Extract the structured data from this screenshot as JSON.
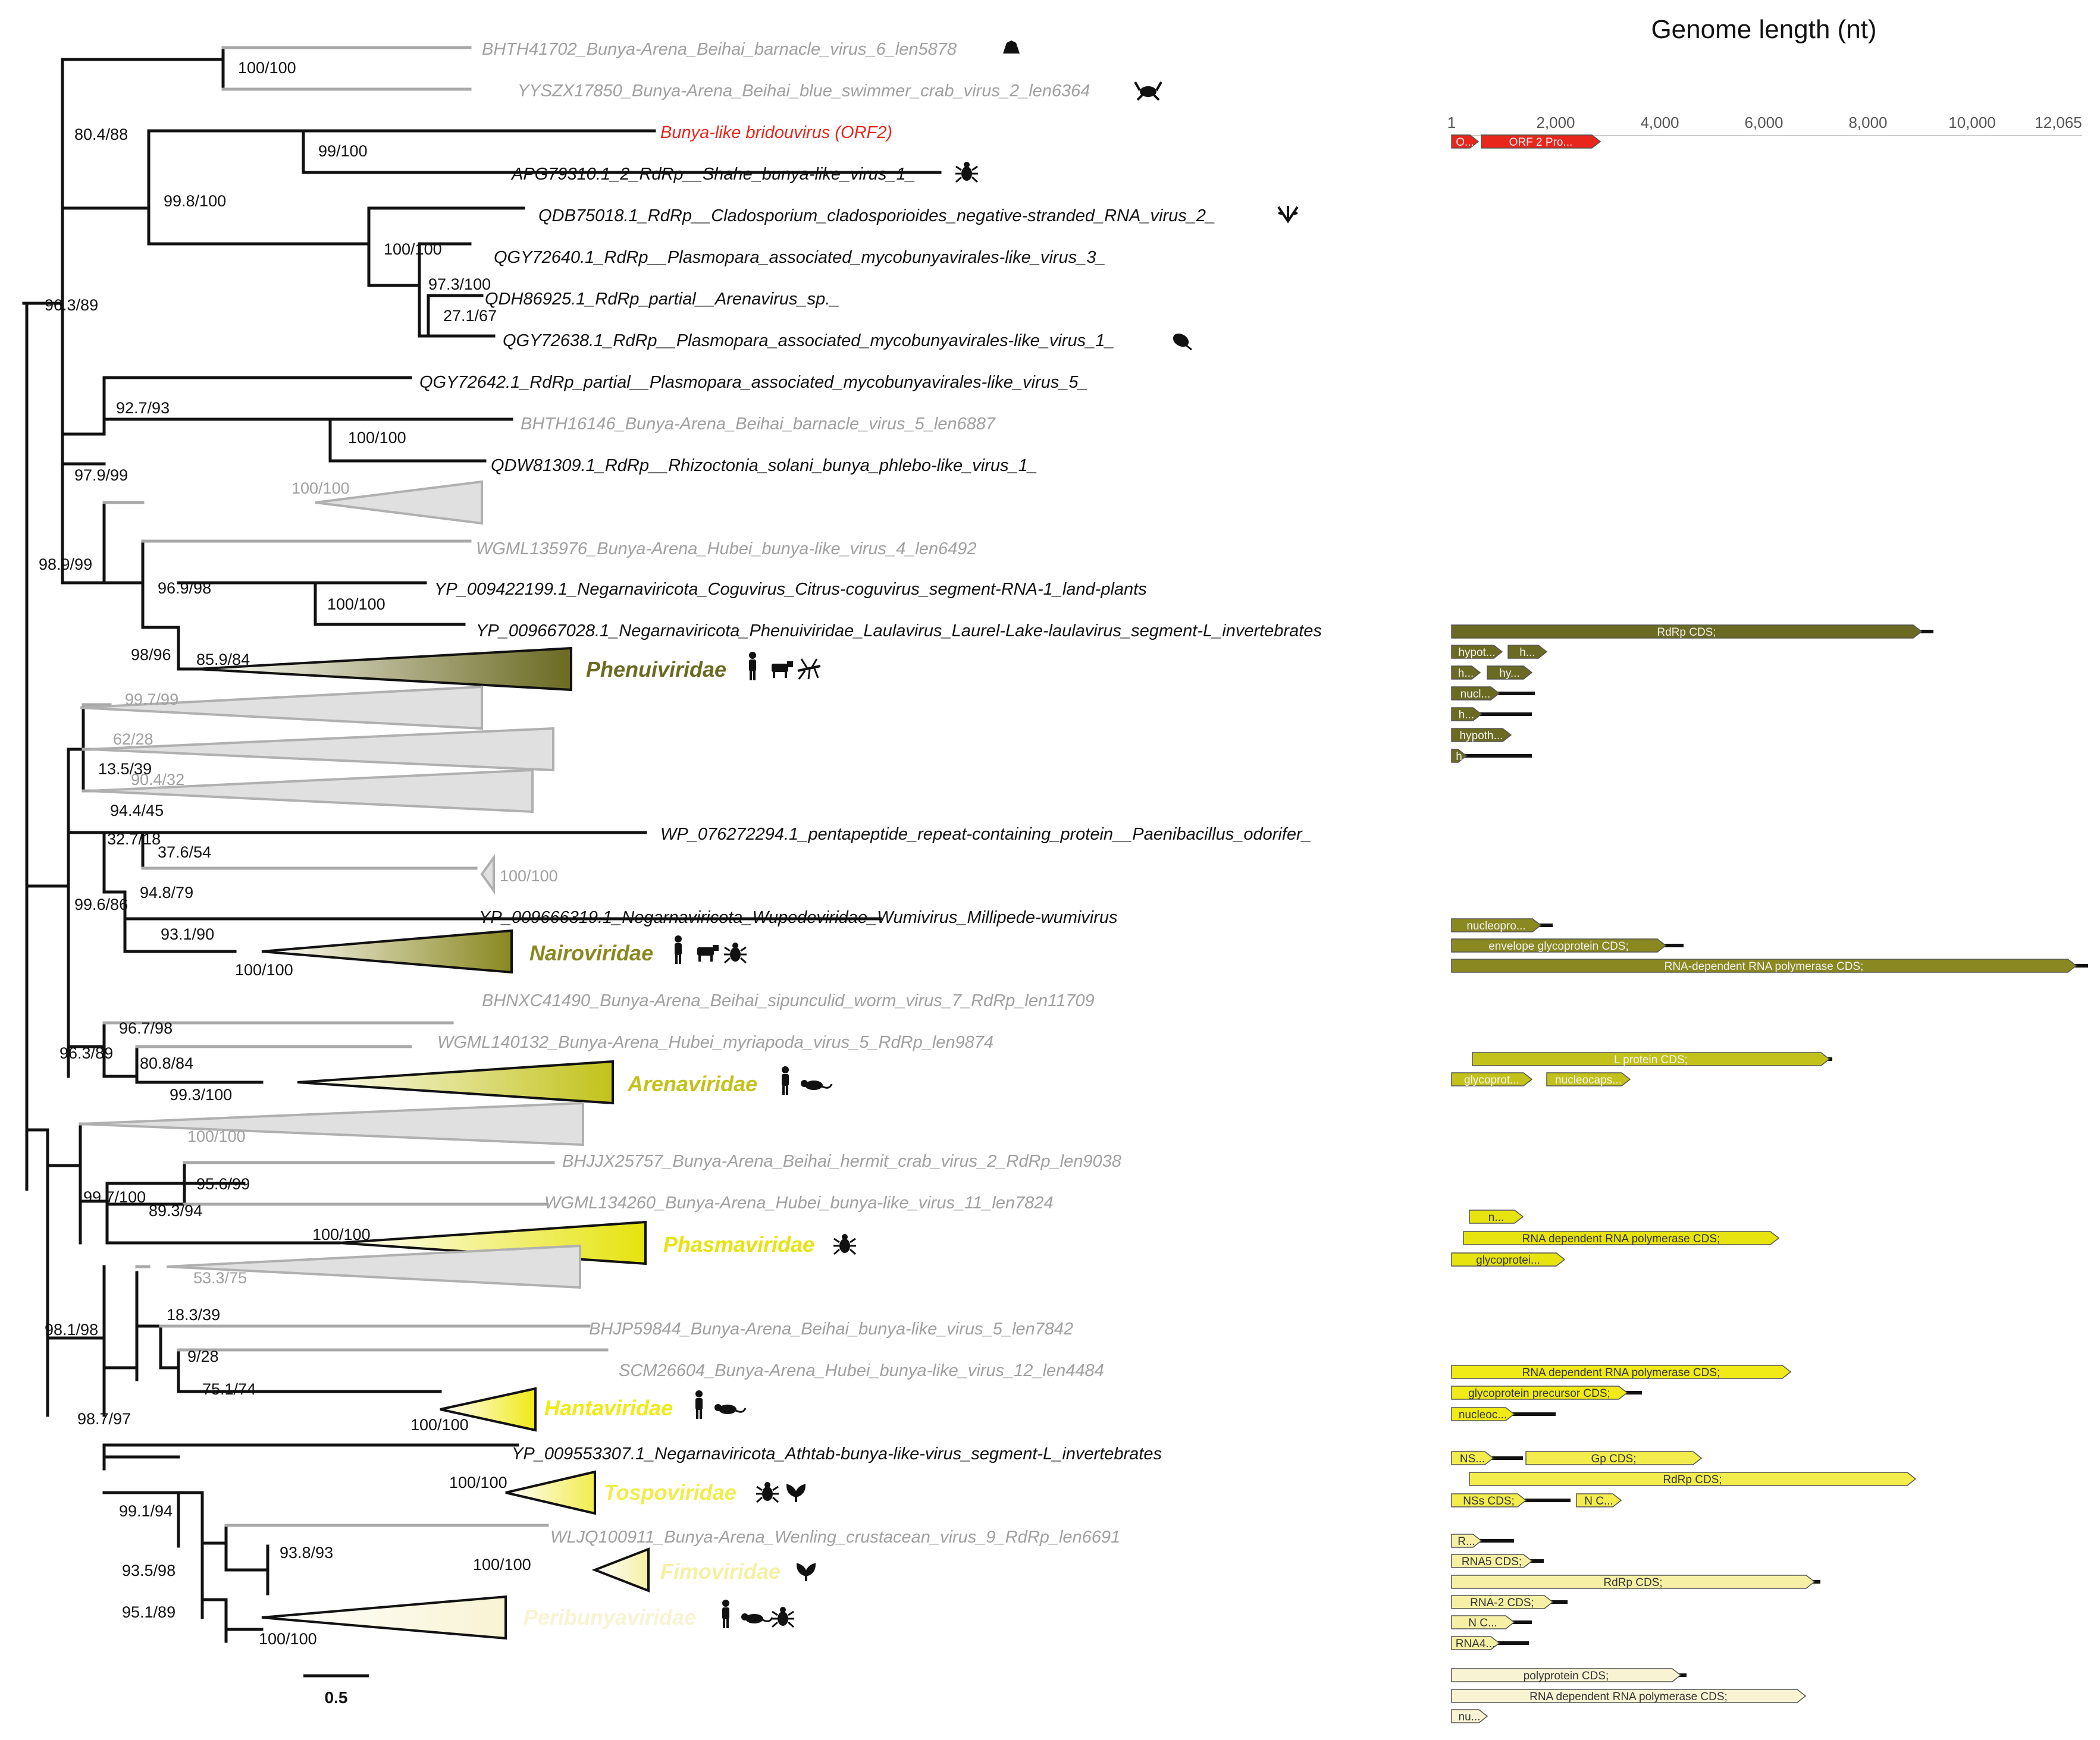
{
  "header": {
    "title": "Genome length (nt)"
  },
  "axis": {
    "ticks": [
      "1",
      "2,000",
      "4,000",
      "6,000",
      "8,000",
      "10,000",
      "12,065"
    ]
  },
  "scale_bar": {
    "label": "0.5"
  },
  "colors": {
    "grey": "#a0a0a0",
    "black": "#111111",
    "red": "#e8261c",
    "phenui": "#6b6a22",
    "nairo": "#8a8820",
    "arena": "#c2c21b",
    "phasma": "#e6e30e",
    "hanta": "#f0ea16",
    "tospo": "#f2ec4c",
    "fimo": "#f5f0a4",
    "peribunya": "#f8f3d3"
  },
  "taxa": [
    {
      "text": "BHTH41702_Bunya-Arena_Beihai_barnacle_virus_6_len5878",
      "c": "grey",
      "icon": "barnacle-icon"
    },
    {
      "text": "YYSZX17850_Bunya-Arena_Beihai_blue_swimmer_crab_virus_2_len6364",
      "c": "grey",
      "icon": "crab-icon"
    },
    {
      "text": "Bunya-like bridouvirus (ORF2)",
      "c": "red"
    },
    {
      "text": "APG79310.1_2_RdRp__Shahe_bunya-like_virus_1_",
      "c": "black",
      "icon": "insect-icon"
    },
    {
      "text": "QDB75018.1_RdRp__Cladosporium_cladosporioides_negative-stranded_RNA_virus_2_",
      "c": "black",
      "icon": "fungus-icon"
    },
    {
      "text": "QGY72640.1_RdRp__Plasmopara_associated_mycobunyavirales-like_virus_3_",
      "c": "black"
    },
    {
      "text": "QDH86925.1_RdRp_partial__Arenavirus_sp._",
      "c": "black"
    },
    {
      "text": "QGY72638.1_RdRp__Plasmopara_associated_mycobunyavirales-like_virus_1_",
      "c": "black",
      "icon": "oomycete-icon"
    },
    {
      "text": "QGY72642.1_RdRp_partial__Plasmopara_associated_mycobunyavirales-like_virus_5_",
      "c": "black"
    },
    {
      "text": "BHTH16146_Bunya-Arena_Beihai_barnacle_virus_5_len6887",
      "c": "grey"
    },
    {
      "text": "QDW81309.1_RdRp__Rhizoctonia_solani_bunya_phlebo-like_virus_1_",
      "c": "black"
    },
    {
      "text": "WGML135976_Bunya-Arena_Hubei_bunya-like_virus_4_len6492",
      "c": "grey"
    },
    {
      "text": "YP_009422199.1_Negarnaviricota_Coguvirus_Citrus-coguvirus_segment-RNA-1_land-plants",
      "c": "black"
    },
    {
      "text": "YP_009667028.1_Negarnaviricota_Phenuiviridae_Laulavirus_Laurel-Lake-laulavirus_segment-L_invertebrates",
      "c": "black"
    },
    {
      "text": "WP_076272294.1_pentapeptide_repeat-containing_protein__Paenibacillus_odorifer_",
      "c": "black"
    },
    {
      "text": "YP_009666319.1_Negarnaviricota_Wupedeviridae_Wumivirus_Millipede-wumivirus",
      "c": "black"
    },
    {
      "text": "BHNXC41490_Bunya-Arena_Beihai_sipunculid_worm_virus_7_RdRp_len11709",
      "c": "grey"
    },
    {
      "text": "WGML140132_Bunya-Arena_Hubei_myriapoda_virus_5_RdRp_len9874",
      "c": "grey"
    },
    {
      "text": "BHJJX25757_Bunya-Arena_Beihai_hermit_crab_virus_2_RdRp_len9038",
      "c": "grey"
    },
    {
      "text": "WGML134260_Bunya-Arena_Hubei_bunya-like_virus_11_len7824",
      "c": "grey"
    },
    {
      "text": "BHJP59844_Bunya-Arena_Beihai_bunya-like_virus_5_len7842",
      "c": "grey"
    },
    {
      "text": "SCM26604_Bunya-Arena_Hubei_bunya-like_virus_12_len4484",
      "c": "grey"
    },
    {
      "text": "YP_009553307.1_Negarnaviricota_Athtab-bunya-like-virus_segment-L_invertebrates",
      "c": "black"
    },
    {
      "text": "WLJQ100911_Bunya-Arena_Wenling_crustacean_virus_9_RdRp_len6691",
      "c": "grey"
    }
  ],
  "families": [
    {
      "name": "Phenuiviridae",
      "c": "phenui",
      "icons": [
        "human-icon",
        "cow-icon",
        "mosquito-icon"
      ]
    },
    {
      "name": "Nairoviridae",
      "c": "nairo",
      "icons": [
        "human-icon",
        "cow-icon",
        "tick-icon"
      ]
    },
    {
      "name": "Arenaviridae",
      "c": "arena",
      "icons": [
        "human-icon",
        "rodent-icon"
      ]
    },
    {
      "name": "Phasmaviridae",
      "c": "phasma",
      "icons": [
        "insect-icon"
      ]
    },
    {
      "name": "Hantaviridae",
      "c": "hanta",
      "icons": [
        "human-icon",
        "rodent-icon"
      ]
    },
    {
      "name": "Tospoviridae",
      "c": "tospo",
      "icons": [
        "insect-icon",
        "plant-icon"
      ]
    },
    {
      "name": "Fimoviridae",
      "c": "fimo",
      "icons": [
        "plant-icon"
      ]
    },
    {
      "name": "Peribunyaviridae",
      "c": "peribunya",
      "icons": [
        "human-icon",
        "rodent-icon",
        "insect-icon"
      ]
    }
  ],
  "support_values": [
    {
      "text": "100/100",
      "c": "black"
    },
    {
      "text": "80.4/88",
      "c": "black"
    },
    {
      "text": "99/100",
      "c": "black"
    },
    {
      "text": "99.8/100",
      "c": "black"
    },
    {
      "text": "100/100",
      "c": "black"
    },
    {
      "text": "97.3/100",
      "c": "black"
    },
    {
      "text": "27.1/67",
      "c": "black"
    },
    {
      "text": "96.3/89",
      "c": "black"
    },
    {
      "text": "92.7/93",
      "c": "black"
    },
    {
      "text": "100/100",
      "c": "black"
    },
    {
      "text": "97.9/99",
      "c": "black"
    },
    {
      "text": "100/100",
      "c": "grey"
    },
    {
      "text": "98.9/99",
      "c": "black"
    },
    {
      "text": "96.9/98",
      "c": "black"
    },
    {
      "text": "100/100",
      "c": "black"
    },
    {
      "text": "98/96",
      "c": "black"
    },
    {
      "text": "85.9/84",
      "c": "black"
    },
    {
      "text": "99.7/99",
      "c": "grey"
    },
    {
      "text": "62/28",
      "c": "grey"
    },
    {
      "text": "13.5/39",
      "c": "black"
    },
    {
      "text": "90.4/32",
      "c": "grey"
    },
    {
      "text": "94.4/45",
      "c": "black"
    },
    {
      "text": "32.7/18",
      "c": "black"
    },
    {
      "text": "37.6/54",
      "c": "black"
    },
    {
      "text": "100/100",
      "c": "grey"
    },
    {
      "text": "94.8/79",
      "c": "black"
    },
    {
      "text": "99.6/86",
      "c": "black"
    },
    {
      "text": "93.1/90",
      "c": "black"
    },
    {
      "text": "100/100",
      "c": "black"
    },
    {
      "text": "96.7/98",
      "c": "black"
    },
    {
      "text": "96.3/89",
      "c": "black"
    },
    {
      "text": "80.8/84",
      "c": "black"
    },
    {
      "text": "99.3/100",
      "c": "black"
    },
    {
      "text": "100/100",
      "c": "grey"
    },
    {
      "text": "95.6/99",
      "c": "black"
    },
    {
      "text": "99.7/100",
      "c": "black"
    },
    {
      "text": "89.3/94",
      "c": "black"
    },
    {
      "text": "100/100",
      "c": "black"
    },
    {
      "text": "53.3/75",
      "c": "grey"
    },
    {
      "text": "18.3/39",
      "c": "black"
    },
    {
      "text": "9/28",
      "c": "black"
    },
    {
      "text": "75.1/74",
      "c": "black"
    },
    {
      "text": "98.1/98",
      "c": "black"
    },
    {
      "text": "100/100",
      "c": "black"
    },
    {
      "text": "98.7/97",
      "c": "black"
    },
    {
      "text": "100/100",
      "c": "black"
    },
    {
      "text": "99.1/94",
      "c": "black"
    },
    {
      "text": "93.8/93",
      "c": "black"
    },
    {
      "text": "100/100",
      "c": "black"
    },
    {
      "text": "93.5/98",
      "c": "black"
    },
    {
      "text": "95.1/89",
      "c": "black"
    },
    {
      "text": "100/100",
      "c": "black"
    }
  ],
  "genes": [
    {
      "label": "O...",
      "c": "red"
    },
    {
      "label": "ORF 2 Pro...",
      "c": "red"
    },
    {
      "label": "RdRp CDS;",
      "c": "phenui"
    },
    {
      "label": "hypot...",
      "c": "phenui"
    },
    {
      "label": "h...",
      "c": "phenui"
    },
    {
      "label": "h...",
      "c": "phenui"
    },
    {
      "label": "hy...",
      "c": "phenui"
    },
    {
      "label": "nucl...",
      "c": "phenui"
    },
    {
      "label": "h...",
      "c": "phenui"
    },
    {
      "label": "hypoth...",
      "c": "phenui"
    },
    {
      "label": "h",
      "c": "phenui"
    },
    {
      "label": "nucleopro...",
      "c": "nairo"
    },
    {
      "label": "envelope glycoprotein CDS;",
      "c": "nairo"
    },
    {
      "label": "RNA-dependent RNA polymerase CDS;",
      "c": "nairo"
    },
    {
      "label": "L protein CDS;",
      "c": "arena"
    },
    {
      "label": "glycoprot...",
      "c": "arena"
    },
    {
      "label": "nucleocaps...",
      "c": "arena"
    },
    {
      "label": "n...",
      "c": "phasma"
    },
    {
      "label": "RNA dependent RNA polymerase CDS;",
      "c": "phasma"
    },
    {
      "label": "glycoprotei...",
      "c": "phasma"
    },
    {
      "label": "RNA dependent RNA polymerase CDS;",
      "c": "hanta"
    },
    {
      "label": "glycoprotein precursor CDS;",
      "c": "hanta"
    },
    {
      "label": "nucleoc...",
      "c": "hanta"
    },
    {
      "label": "NS...",
      "c": "tospo"
    },
    {
      "label": "Gp CDS;",
      "c": "tospo"
    },
    {
      "label": "RdRp CDS;",
      "c": "tospo"
    },
    {
      "label": "NSs CDS;",
      "c": "tospo"
    },
    {
      "label": "N C...",
      "c": "tospo"
    },
    {
      "label": "R...",
      "c": "fimo"
    },
    {
      "label": "RNA5 CDS;",
      "c": "fimo"
    },
    {
      "label": "RdRp CDS;",
      "c": "fimo"
    },
    {
      "label": "RNA-2 CDS;",
      "c": "fimo"
    },
    {
      "label": "N C...",
      "c": "fimo"
    },
    {
      "label": "RNA4...",
      "c": "fimo"
    },
    {
      "label": "polyprotein CDS;",
      "c": "peribunya"
    },
    {
      "label": "RNA dependent RNA polymerase CDS;",
      "c": "peribunya"
    },
    {
      "label": "nu...",
      "c": "peribunya"
    }
  ]
}
